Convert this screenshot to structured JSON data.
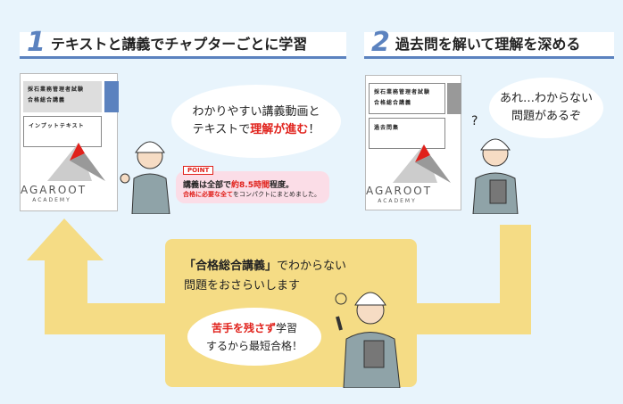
{
  "steps": [
    {
      "num": "1",
      "title": "テキストと講義でチャプターごとに学習"
    },
    {
      "num": "2",
      "title": "過去問を解いて理解を深める"
    }
  ],
  "book1": {
    "title1": "採石業務管理者試験",
    "title2": "合格総合講義",
    "subtitle": "インプットテキスト",
    "logo": "AGAROOT",
    "logo_sub": "ACADEMY"
  },
  "book2": {
    "title1": "採石業務管理者試験",
    "title2": "合格総合講義",
    "subtitle": "過去問集",
    "logo": "AGAROOT",
    "logo_sub": "ACADEMY"
  },
  "bubble1": {
    "line1": "わかりやすい講義動画と",
    "line2a": "テキストで",
    "line2b": "理解が進む",
    "line2c": "！"
  },
  "point": {
    "tag": "POINT",
    "l1a": "講義は全部で",
    "l1b": "約8.5時間",
    "l1c": "程度。",
    "l2a": "合格に必要な全て",
    "l2b": "をコンパクトにまとめました。"
  },
  "bubble2": {
    "line1": "あれ…わからない",
    "line2": "問題があるぞ",
    "q": "?"
  },
  "review": {
    "l1a": "「合格総合講義」",
    "l1b": "でわからない",
    "l2": "問題をおさらいします"
  },
  "bubble3": {
    "l1a": "苦手を残さず",
    "l1b": "学習",
    "l2": "するから最短合格！"
  },
  "colors": {
    "accent": "#5b82bf",
    "yellow": "#f5dc85",
    "red": "#e0211b"
  }
}
